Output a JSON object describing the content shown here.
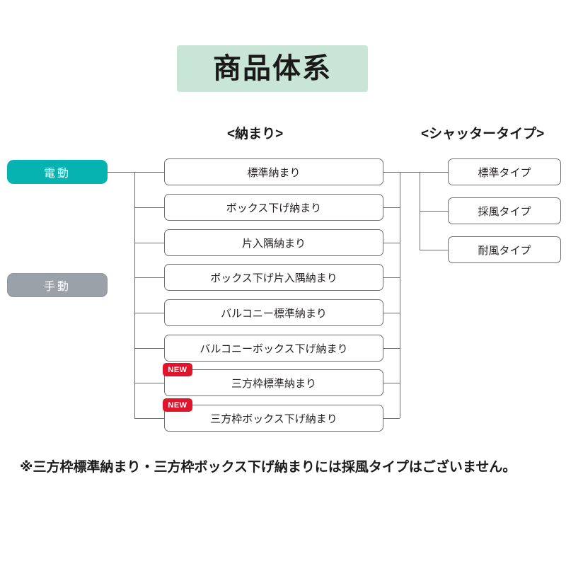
{
  "title": {
    "text": "商品体系"
  },
  "colors": {
    "title_bg": "#c9e5d5",
    "electric": "#06b3b0",
    "manual": "#9aa1a9",
    "new_badge": "#e0142a",
    "line": "#6f6f6f",
    "box_border": "#6f6f6f",
    "text": "#231f20"
  },
  "headers": {
    "naimari": "<納まり>",
    "shutter": "<シャッタータイプ>"
  },
  "modes": [
    {
      "label": "電動",
      "name": "electric"
    },
    {
      "label": "手動",
      "name": "manual"
    }
  ],
  "naimari_items": [
    {
      "label": "標準納まり",
      "badge": null
    },
    {
      "label": "ボックス下げ納まり",
      "badge": null
    },
    {
      "label": "片入隅納まり",
      "badge": null
    },
    {
      "label": "ボックス下げ片入隅納まり",
      "badge": null
    },
    {
      "label": "バルコニー標準納まり",
      "badge": null
    },
    {
      "label": "バルコニーボックス下げ納まり",
      "badge": null
    },
    {
      "label": "三方枠標準納まり",
      "badge": "NEW"
    },
    {
      "label": "三方枠ボックス下げ納まり",
      "badge": "NEW"
    }
  ],
  "shutter_types": [
    {
      "label": "標準タイプ"
    },
    {
      "label": "採風タイプ"
    },
    {
      "label": "耐風タイプ"
    }
  ],
  "footnote": {
    "text": "※三方枠標準納まり・三方枠ボックス下げ納まりには採風タイプはございません。"
  }
}
